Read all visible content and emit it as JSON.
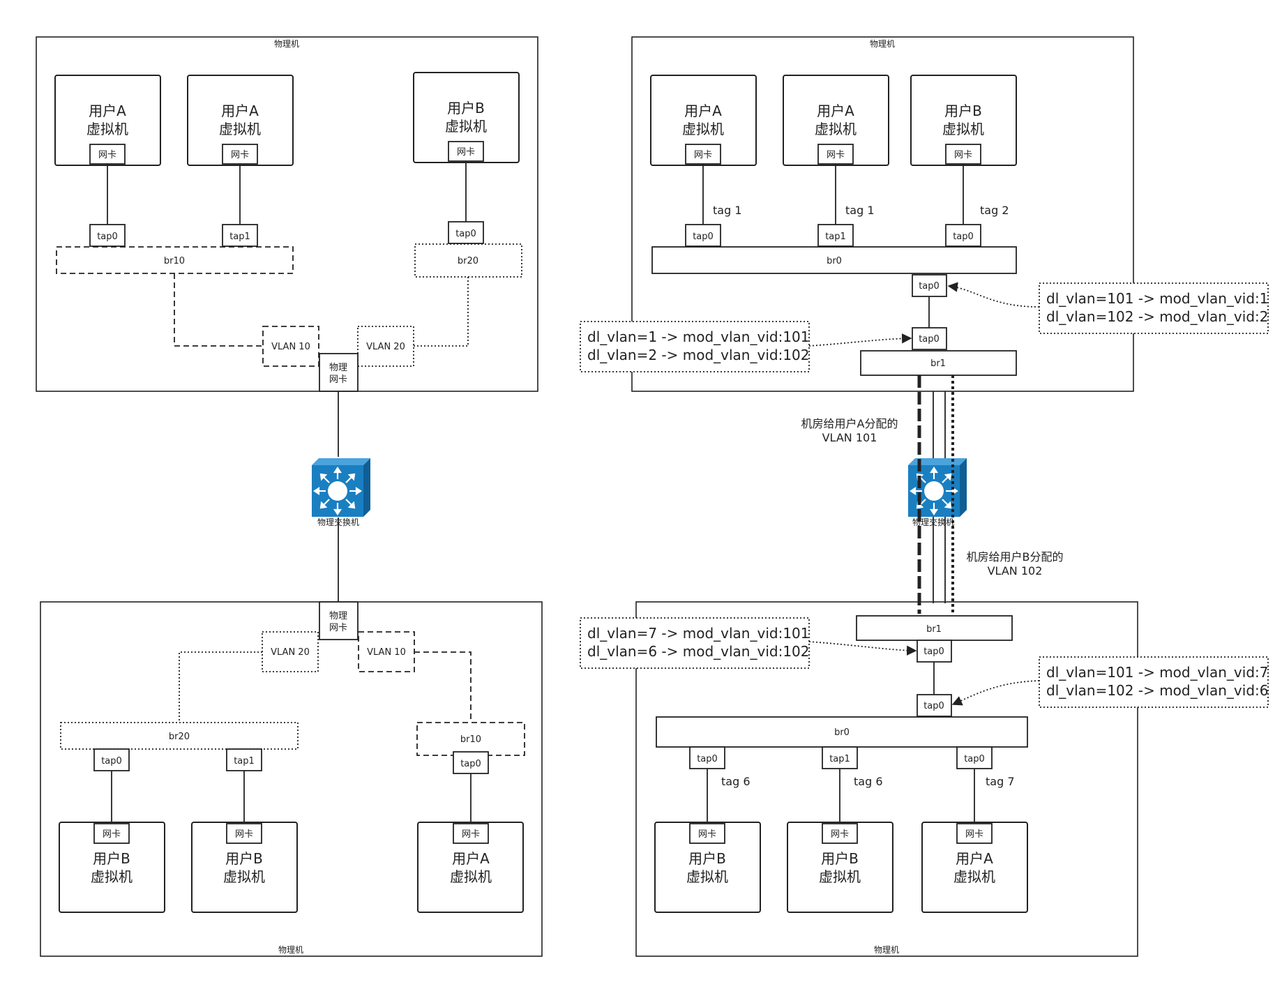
{
  "labels": {
    "host": "物理机",
    "nic": "网卡",
    "phys_nic": [
      "物理",
      "网卡"
    ],
    "switch": "物理交换机"
  },
  "left_top": {
    "vms": [
      {
        "lines": [
          "用户A",
          "虚拟机"
        ]
      },
      {
        "lines": [
          "用户A",
          "虚拟机"
        ]
      },
      {
        "lines": [
          "用户B",
          "虚拟机"
        ]
      }
    ],
    "taps": [
      "tap0",
      "tap1",
      "tap0"
    ],
    "bridges": [
      "br10",
      "br20"
    ],
    "vlans": [
      "VLAN 10",
      "VLAN 20"
    ]
  },
  "left_bottom": {
    "vms": [
      {
        "lines": [
          "用户B",
          "虚拟机"
        ]
      },
      {
        "lines": [
          "用户B",
          "虚拟机"
        ]
      },
      {
        "lines": [
          "用户A",
          "虚拟机"
        ]
      }
    ],
    "taps": [
      "tap0",
      "tap1",
      "tap0"
    ],
    "bridges": [
      "br20",
      "br10"
    ],
    "vlans": [
      "VLAN 20",
      "VLAN 10"
    ]
  },
  "right_top": {
    "vms": [
      {
        "lines": [
          "用户A",
          "虚拟机"
        ]
      },
      {
        "lines": [
          "用户A",
          "虚拟机"
        ]
      },
      {
        "lines": [
          "用户B",
          "虚拟机"
        ]
      }
    ],
    "taps": [
      "tap0",
      "tap1",
      "tap0"
    ],
    "tags": [
      "tag 1",
      "tag 1",
      "tag 2"
    ],
    "br0": "br0",
    "br0_tap": "tap0",
    "br1_tap": "tap0",
    "br1": "br1",
    "rule_br0": [
      "dl_vlan=101 -> mod_vlan_vid:1",
      "dl_vlan=102 -> mod_vlan_vid:2"
    ],
    "rule_br1": [
      "dl_vlan=1 -> mod_vlan_vid:101",
      "dl_vlan=2 -> mod_vlan_vid:102"
    ]
  },
  "right_bottom": {
    "vms": [
      {
        "lines": [
          "用户B",
          "虚拟机"
        ]
      },
      {
        "lines": [
          "用户B",
          "虚拟机"
        ]
      },
      {
        "lines": [
          "用户A",
          "虚拟机"
        ]
      }
    ],
    "taps": [
      "tap0",
      "tap1",
      "tap0"
    ],
    "tags": [
      "tag 6",
      "tag 6",
      "tag 7"
    ],
    "br0": "br0",
    "br0_tap": "tap0",
    "br1_tap": "tap0",
    "br1": "br1",
    "rule_br1": [
      "dl_vlan=7 -> mod_vlan_vid:101",
      "dl_vlan=6 -> mod_vlan_vid:102"
    ],
    "rule_br0": [
      "dl_vlan=101 -> mod_vlan_vid:7",
      "dl_vlan=102 -> mod_vlan_vid:6"
    ]
  },
  "vlan_alloc_a": [
    "机房给用户A分配的",
    "VLAN 101"
  ],
  "vlan_alloc_b": [
    "机房给用户B分配的",
    "VLAN 102"
  ],
  "colors": {
    "switch_front": "#1a7fc1",
    "switch_top": "#4aa3dd",
    "switch_side": "#0f5f96",
    "line": "#222222"
  }
}
